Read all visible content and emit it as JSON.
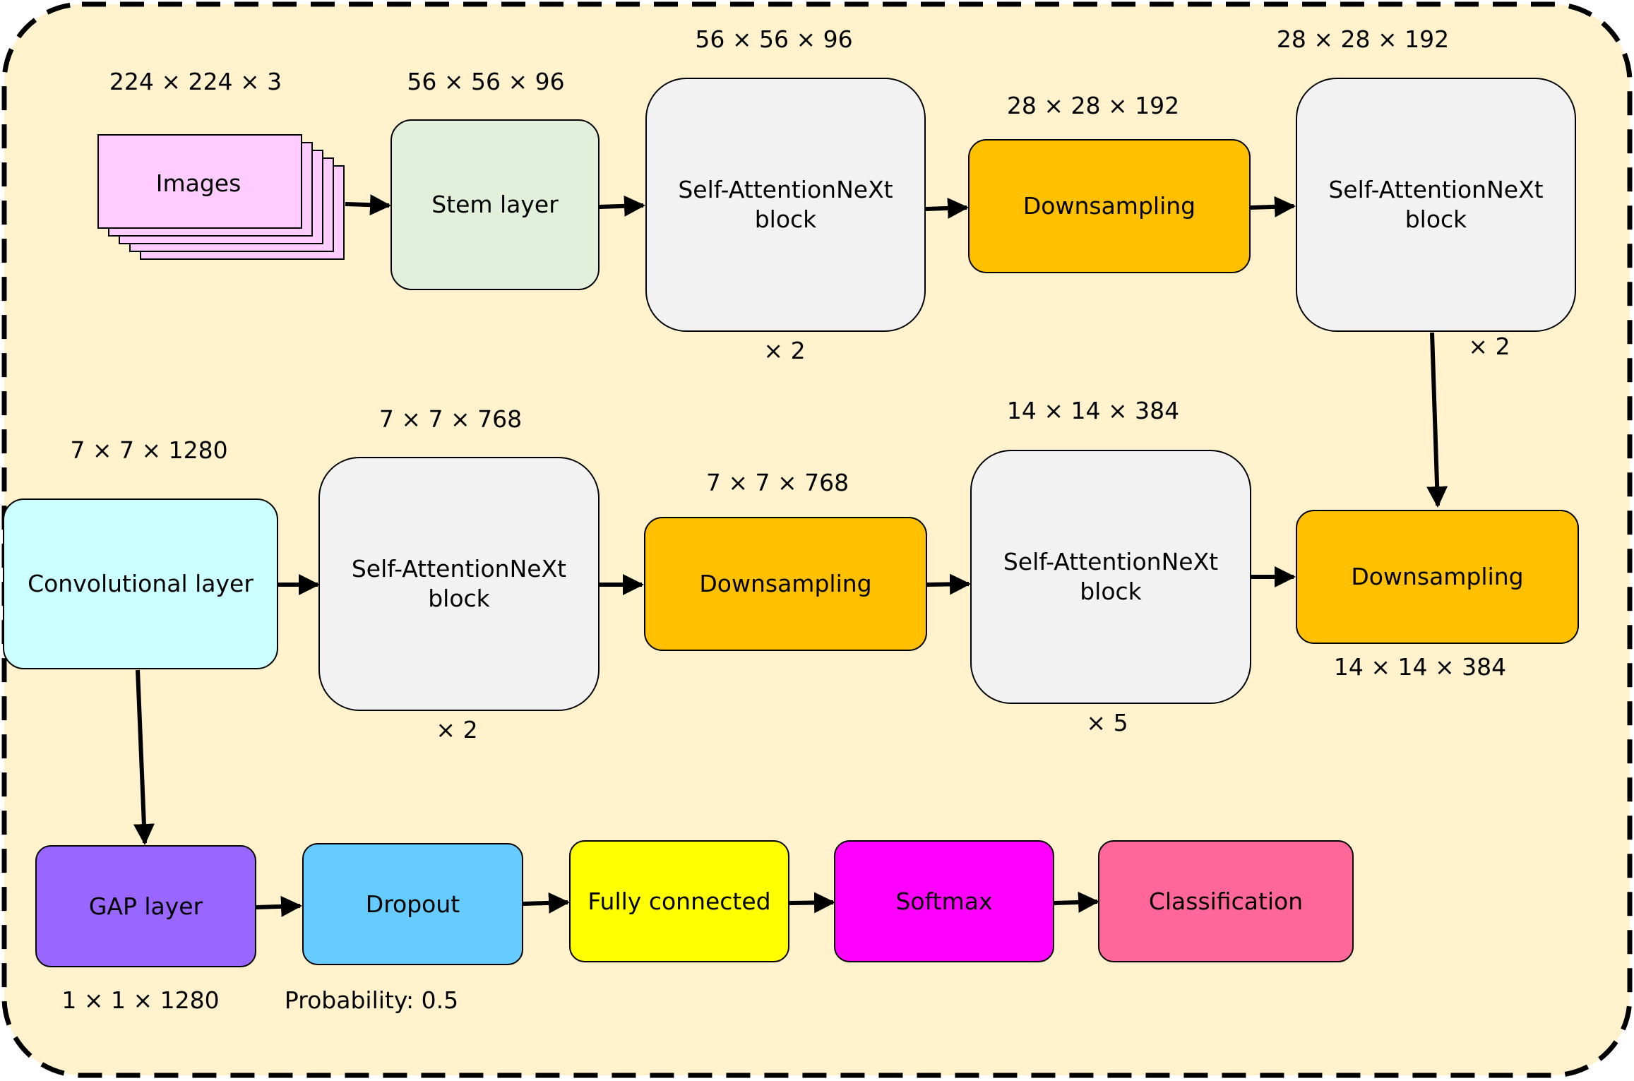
{
  "colors": {
    "frame_fill": "#fff2cc",
    "frame_border": "#000000",
    "images": "#ffccff",
    "stem": "#e2efda",
    "block": "#f2f2f2",
    "downsampling": "#ffc000",
    "conv": "#ccffff",
    "gap": "#9966ff",
    "dropout": "#66ccff",
    "fully_connected": "#ffff00",
    "softmax": "#ff00ff",
    "classification": "#ff6699"
  },
  "nodes": {
    "images": "Images",
    "stem": "Stem layer",
    "block1": "Self-AttentionNeXt\nblock",
    "down1": "Downsampling",
    "block2": "Self-AttentionNeXt\nblock",
    "down2": "Downsampling",
    "block3": "Self-AttentionNeXt\nblock",
    "down3": "Downsampling",
    "block4": "Self-AttentionNeXt\nblock",
    "conv": "Convolutional  layer",
    "gap": "GAP layer",
    "dropout": "Dropout",
    "fc": "Fully connected",
    "softmax": "Softmax",
    "classification": "Classification"
  },
  "labels": {
    "images_dim": "224 × 224 × 3",
    "stem_dim": "56 × 56 × 96",
    "block1_dim": "56 × 56 × 96",
    "block1_rep": "× 2",
    "down1_dim": "28 × 28 × 192",
    "block2_dim": "28 × 28 × 192",
    "block2_rep": "× 2",
    "down2_dim": "14 × 14 × 384",
    "block3_dim": "14 × 14 × 384",
    "block3_rep": "× 5",
    "down3_dim": "7 × 7 × 768",
    "block4_dim": "7 × 7 × 768",
    "block4_rep": "× 2",
    "conv_dim": "7 × 7 × 1280",
    "gap_dim": "1 × 1 × 1280",
    "dropout_prob": "Probability: 0.5"
  }
}
